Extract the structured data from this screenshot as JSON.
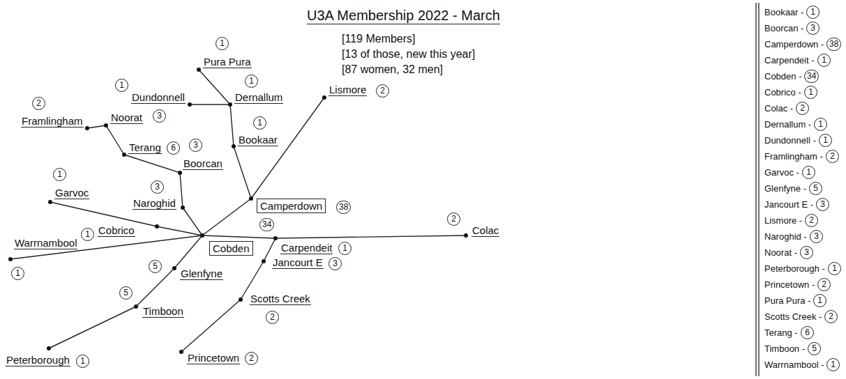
{
  "diagram": {
    "title": "U3A Membership 2022 - March",
    "nodes": [
      {
        "text": [
          "Pura Pura",
          "1"
        ]
      },
      {
        "text": [
          "Lismore",
          "2"
        ]
      },
      {
        "text": [
          "Dundonnell",
          "1"
        ]
      },
      {
        "text": [
          "Dernallum",
          "1"
        ]
      },
      {
        "text": [
          "Framlingham",
          "2"
        ]
      },
      {
        "text": [
          "Noorat",
          "3"
        ]
      },
      {
        "text": [
          "Terang",
          "6"
        ]
      },
      {
        "text": [
          "Boorcan",
          "3"
        ]
      },
      {
        "text": [
          "Bookaar",
          "1"
        ]
      },
      {
        "text": [
          "Garvoc",
          "1"
        ]
      },
      {
        "text": [
          "Naroghid",
          "3"
        ]
      },
      {
        "text": [
          "Camperdown",
          "38"
        ]
      },
      {
        "text": [
          "Cobrico",
          "1"
        ]
      },
      {
        "text": [
          "Warrnambool",
          "1"
        ]
      },
      {
        "text": [
          "Cobden",
          "34"
        ]
      },
      {
        "text": [
          "Carpendeit",
          "1"
        ]
      },
      {
        "text": [
          "Colac",
          "2"
        ]
      },
      {
        "text": [
          "Jancourt E",
          "3"
        ]
      },
      {
        "text": [
          "Glenfyne",
          "5"
        ]
      },
      {
        "text": [
          "Timboon",
          "5"
        ]
      },
      {
        "text": [
          "Scotts Creek",
          "2"
        ]
      },
      {
        "text": [
          "Peterborough",
          "1"
        ]
      },
      {
        "text": [
          "Princetown",
          "2"
        ]
      }
    ],
    "edges": [
      {
        "from": 0,
        "to": 3,
        "arrow": "none"
      },
      {
        "from": 2,
        "to": 3,
        "arrow": "none"
      },
      {
        "from": 3,
        "to": 8,
        "arrow": "none"
      },
      {
        "from": 8,
        "to": 11,
        "arrow": "none"
      },
      {
        "from": 11,
        "to": 1,
        "arrow": "none"
      },
      {
        "from": 14,
        "to": 11,
        "arrow": "none"
      },
      {
        "from": 4,
        "to": 5,
        "arrow": "none"
      },
      {
        "from": 5,
        "to": 6,
        "arrow": "none"
      },
      {
        "from": 6,
        "to": 7,
        "arrow": "none"
      },
      {
        "from": 7,
        "to": 10,
        "arrow": "none"
      },
      {
        "from": 10,
        "to": 14,
        "arrow": "none"
      },
      {
        "from": 9,
        "to": 12,
        "arrow": "none"
      },
      {
        "from": 12,
        "to": 14,
        "arrow": "none"
      },
      {
        "from": 13,
        "to": 14,
        "arrow": "none"
      },
      {
        "from": 14,
        "to": 15,
        "arrow": "none"
      },
      {
        "from": 15,
        "to": 16,
        "arrow": "none"
      },
      {
        "from": 15,
        "to": 17,
        "arrow": "none"
      },
      {
        "from": 17,
        "to": 20,
        "arrow": "none"
      },
      {
        "from": 20,
        "to": 22,
        "arrow": "none"
      },
      {
        "from": 14,
        "to": 18,
        "arrow": "none"
      },
      {
        "from": 18,
        "to": 19,
        "arrow": "none"
      },
      {
        "from": 19,
        "to": 21,
        "arrow": "none"
      }
    ],
    "labels": [
      "[119 Members]",
      "[13 of those, new this year]",
      "[87 women, 32 men]",
      "Bookaar -",
      "1",
      "Boorcan -",
      "3",
      "Camperdown -",
      "38",
      "Carpendeit -",
      "1",
      "Cobden -",
      "34",
      "Cobrico -",
      "1",
      "Colac -",
      "2",
      "Dernallum -",
      "1",
      "Dundonnell -",
      "1",
      "Framlingham -",
      "2",
      "Garvoc -",
      "1",
      "Glenfyne -",
      "5",
      "Jancourt E -",
      "3",
      "Lismore -",
      "2",
      "Naroghid -",
      "3",
      "Noorat -",
      "3",
      "Peterborough -",
      "1",
      "Princetown -",
      "2",
      "Pura Pura -",
      "1",
      "Scotts Creek -",
      "2",
      "Terang -",
      "6",
      "Timboon -",
      "5",
      "Warrnambool -",
      "1"
    ]
  }
}
